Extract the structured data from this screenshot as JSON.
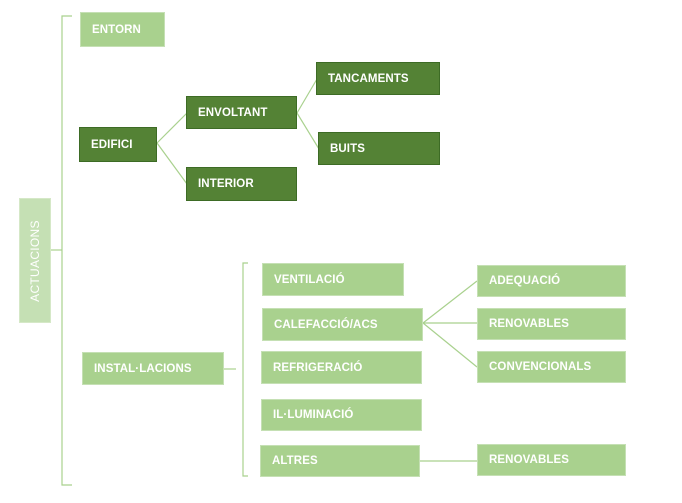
{
  "diagram": {
    "root": "ACTUACIONS",
    "entorn": "ENTORN",
    "edifici": "EDIFICI",
    "envoltant": "ENVOLTANT",
    "tancaments": "TANCAMENTS",
    "buits": "BUITS",
    "interior": "INTERIOR",
    "installacions": "INSTAL·LACIONS",
    "ventilacio": "VENTILACIÓ",
    "calefaccio": "CALEFACCIÓ/ACS",
    "adequacio": "ADEQUACIÓ",
    "renovables_cal": "RENOVABLES",
    "convencionals": "CONVENCIONALS",
    "refrigeracio": "REFRIGERACIÓ",
    "illuminacio": "IL·LUMINACIÓ",
    "altres": "ALTRES",
    "renovables_alt": "RENOVABLES"
  },
  "colors": {
    "light_green": "#a9d18e",
    "dark_green": "#548235",
    "root_green": "#c5e0b4",
    "connector": "#a9d18e"
  }
}
